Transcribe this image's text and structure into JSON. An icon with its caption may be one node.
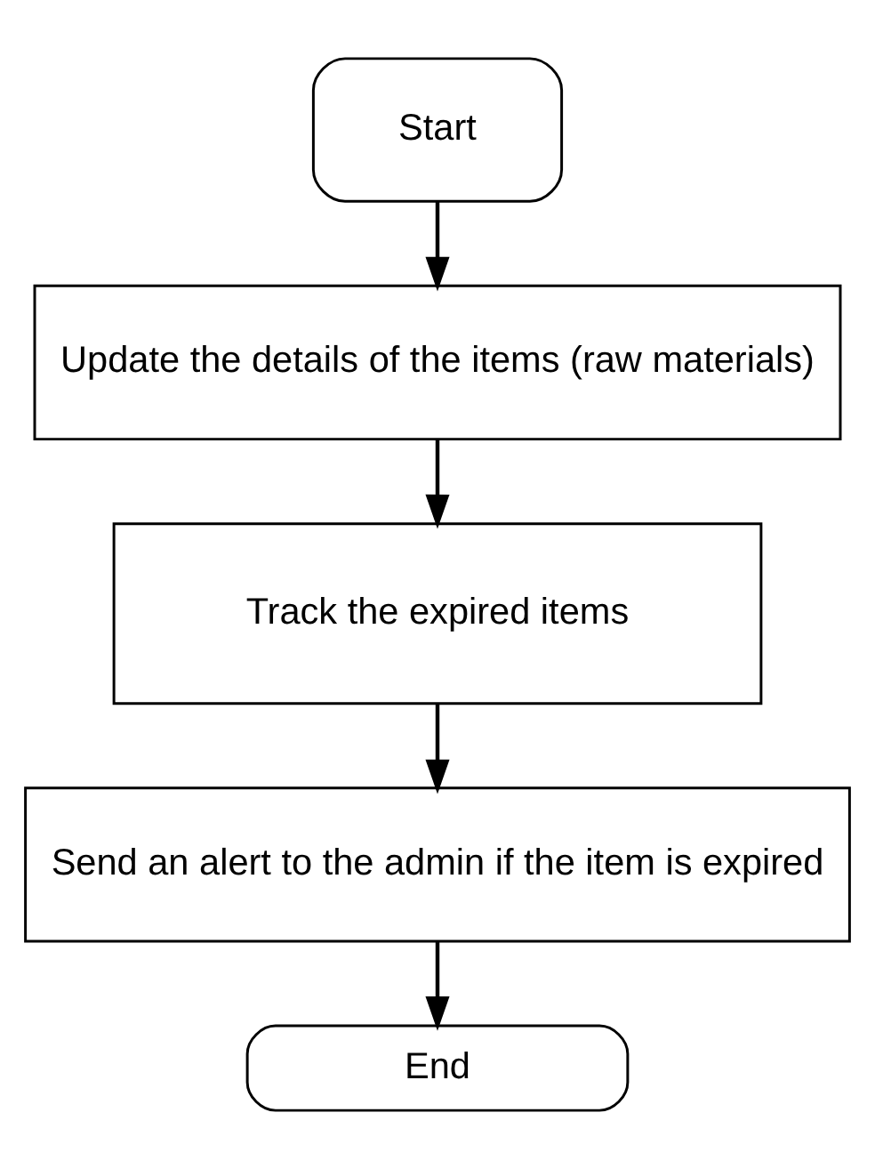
{
  "diagram": {
    "nodes": [
      {
        "text": [
          "Start"
        ]
      },
      {
        "text": [
          "Update the details of the items (raw materials)"
        ]
      },
      {
        "text": [
          "Track the expired items"
        ]
      },
      {
        "text": [
          "Send an alert to the admin if the item is expired"
        ]
      },
      {
        "text": [
          "End"
        ]
      }
    ],
    "edges": [
      {
        "from": 0,
        "to": 1,
        "arrow": "to"
      },
      {
        "from": 1,
        "to": 2,
        "arrow": "to"
      },
      {
        "from": 2,
        "to": 3,
        "arrow": "to"
      },
      {
        "from": 3,
        "to": 4,
        "arrow": "to"
      }
    ]
  }
}
